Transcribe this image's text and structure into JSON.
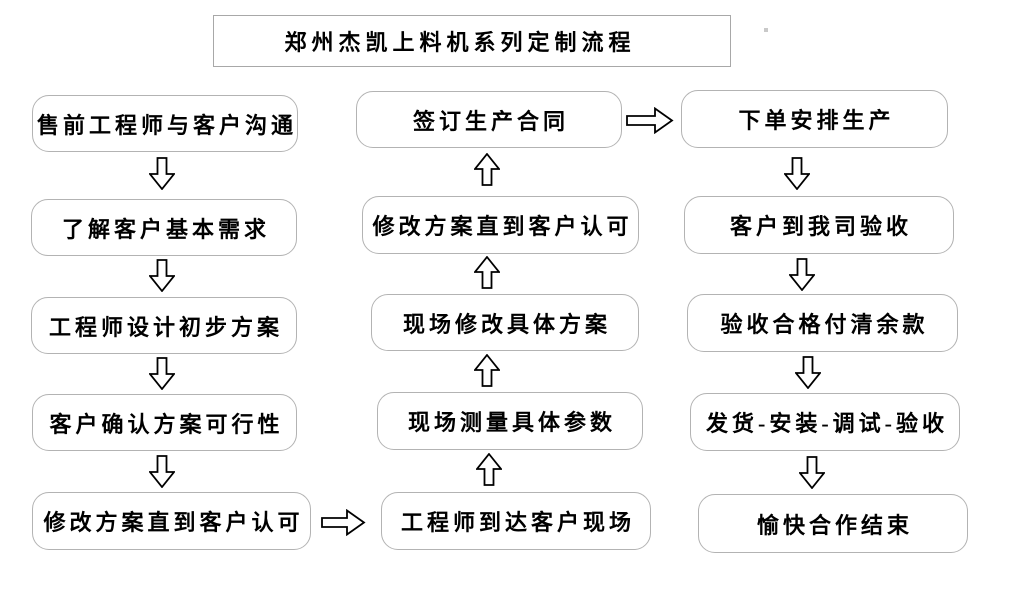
{
  "title": {
    "text": "郑州杰凯上料机系列定制流程"
  },
  "flow": {
    "left": [
      "售前工程师与客户沟通",
      "了解客户基本需求",
      "工程师设计初步方案",
      "客户确认方案可行性",
      "修改方案直到客户认可"
    ],
    "middle": [
      "签订生产合同",
      "修改方案直到客户认可",
      "现场修改具体方案",
      "现场测量具体参数",
      "工程师到达客户现场"
    ],
    "right": [
      "下单安排生产",
      "客户到我司验收",
      "验收合格付清余款",
      "发货-安装-调试-验收",
      "愉快合作结束"
    ]
  },
  "icons": {
    "down_arrow": "down-arrow-icon",
    "up_arrow": "up-arrow-icon",
    "right_arrow": "right-arrow-icon"
  },
  "colors": {
    "background": "#ffffff",
    "box_fill": "#ffffff",
    "box_border": "#b3b3b3",
    "title_border": "#a8a8a8",
    "text": "#000000",
    "arrow_outline": "#000000",
    "arrow_fill": "#ffffff"
  }
}
